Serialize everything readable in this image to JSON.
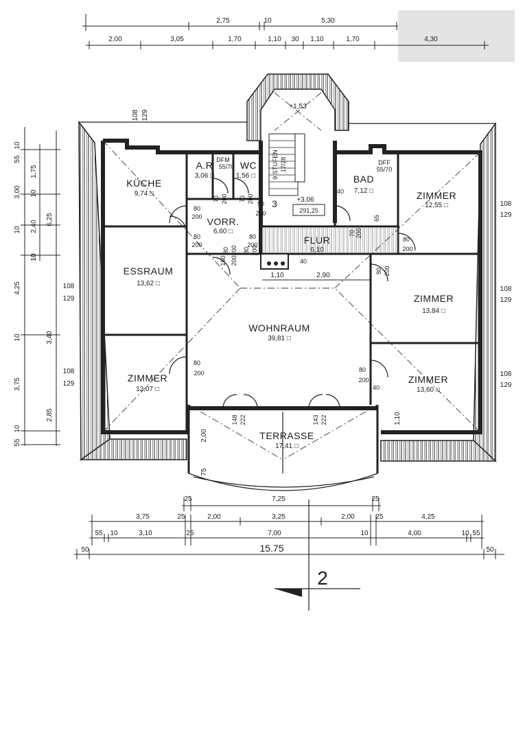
{
  "rooms": {
    "kueche": {
      "name": "KÜCHE",
      "area": "9,74 □"
    },
    "ar": {
      "name": "A.R",
      "area": "3,06 □"
    },
    "wc": {
      "name": "WC",
      "area": "1,56 □"
    },
    "bad": {
      "name": "BAD",
      "area": "7,12 □"
    },
    "zimmer_ne": {
      "name": "ZIMMER",
      "area": "12,55 □"
    },
    "vorr": {
      "name": "VORR.",
      "area": "6,60 □"
    },
    "flur": {
      "name": "FLUR",
      "area": "6,10"
    },
    "essraum": {
      "name": "ESSRAUM",
      "area": "13,62 □"
    },
    "zimmer_e": {
      "name": "ZIMMER",
      "area": "13,84 □"
    },
    "wohnraum": {
      "name": "WOHNRAUM",
      "area": "39,81 □"
    },
    "zimmer_sw": {
      "name": "ZIMMER",
      "area": "12,07 □"
    },
    "zimmer_se": {
      "name": "ZIMMER",
      "area": "13,60 □"
    },
    "terrasse": {
      "name": "TERRASSE",
      "area": "17,41 □"
    }
  },
  "tower": {
    "level": "+1,53"
  },
  "stair": {
    "level": "+3,06",
    "note": "291,25",
    "steps": "9 STUFEN",
    "step_ratio": "17/28",
    "marker": "3"
  },
  "top_dims": {
    "row1": [
      "2,75",
      "10",
      "5,30"
    ],
    "row2": [
      "2,00",
      "3,05",
      "1,70",
      "1,10",
      "30",
      "1,10",
      "1,70",
      "4,30"
    ]
  },
  "left_dims": {
    "col_outer": [
      "10",
      "55",
      "1,75",
      "10",
      "3,00",
      "10",
      "2,40",
      "10",
      "4,25",
      "10",
      "3,40",
      "10",
      "3,75",
      "10",
      "55"
    ],
    "col_inner": [
      "6,25",
      "2,85"
    ],
    "windows": [
      "108",
      "129",
      "108",
      "129",
      "108",
      "129"
    ]
  },
  "right_windows": [
    "108",
    "129",
    "108",
    "129",
    "108",
    "129"
  ],
  "door_labels": [
    "80",
    "200",
    "70",
    "200",
    "70",
    "200",
    "90",
    "200",
    "80",
    "200",
    "80",
    "200",
    "80",
    "200",
    "70",
    "200",
    "80",
    "200",
    "80",
    "200",
    "80",
    "200",
    "80",
    "200",
    "80",
    "200",
    "160",
    "200",
    "40",
    "40",
    "40",
    "65",
    "DFM",
    "55/70",
    "DFF",
    "55/70",
    "148",
    "222",
    "143",
    "222"
  ],
  "interior_dims": {
    "d1": "1,10",
    "d2": "2,90",
    "t1": "2,00",
    "t2": "75",
    "z": "1,10"
  },
  "bottom_dims": {
    "row1": [
      "25",
      "7,25",
      "25"
    ],
    "row2": [
      "3,75",
      "25",
      "2,00",
      "3,25",
      "2,00",
      "25",
      "4,25"
    ],
    "row3": [
      "55",
      "10",
      "3,10",
      "25",
      "7,00",
      "10",
      "4,00",
      "10",
      "55"
    ],
    "row4": [
      "50",
      "15.75",
      "50"
    ]
  },
  "section": {
    "label": "2"
  }
}
